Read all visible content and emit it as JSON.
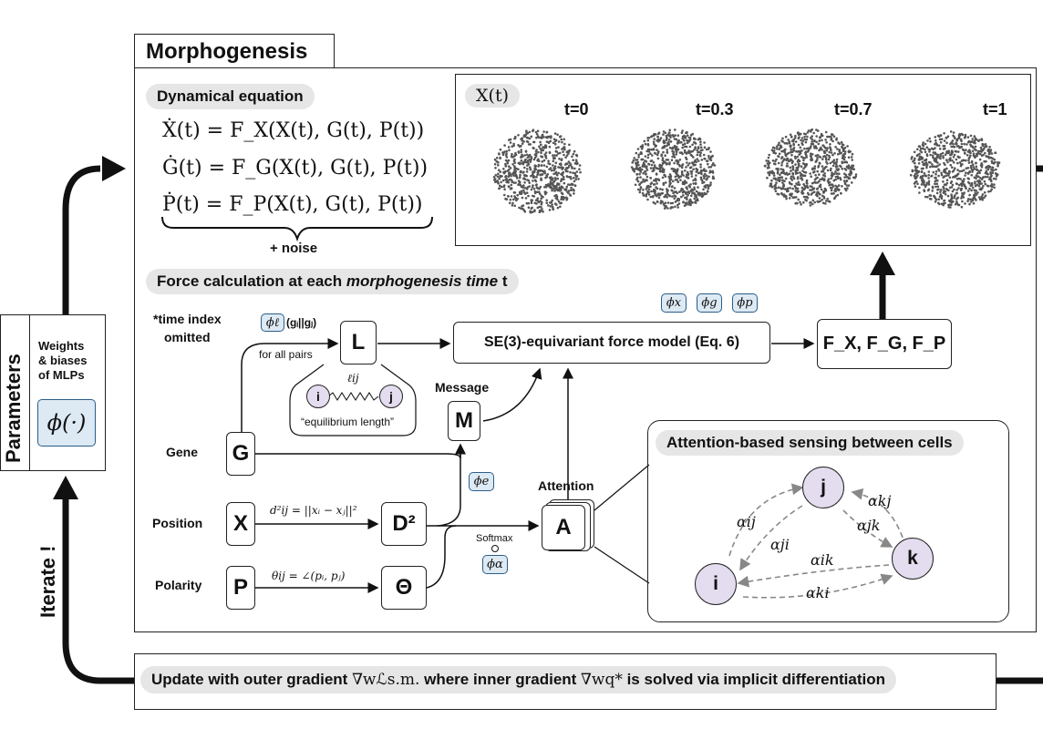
{
  "title": "Morphogenesis",
  "dynamical": {
    "label": "Dynamical equation",
    "eq1": "Ẋ(t) = F_X(X(t), G(t), P(t))",
    "eq2": "Ġ(t) = F_G(X(t), G(t), P(t))",
    "eq3": "Ṗ(t) = F_P(X(t), G(t), P(t))",
    "noise": "+ noise"
  },
  "snapshots": {
    "label": "X(t)",
    "times": [
      "t=0",
      "t=0.3",
      "t=0.7",
      "t=1"
    ]
  },
  "force": {
    "label_prefix": "Force calculation at each ",
    "label_italic": "morphogenesis time",
    "label_suffix": " t",
    "time_note_1": "*time index",
    "time_note_2": "omitted",
    "phi_l": "ϕℓ",
    "phi_l_args": "(gᵢ||gⱼ)",
    "for_all_pairs": "for all pairs",
    "node_L": "L",
    "ell_ij": "ℓij",
    "eq_length": "“equilibrium length”",
    "node_i": "i",
    "node_j": "j",
    "model": "SE(3)-equivariant force model (Eq. 6)",
    "phi_x": "ϕx",
    "phi_g": "ϕg",
    "phi_p": "ϕp",
    "output": "F_X, F_G, F_P",
    "message_label": "Message",
    "node_M": "M",
    "phi_e": "ϕe",
    "attention_label": "Attention",
    "node_A": "A",
    "softmax": "Softmax",
    "phi_alpha": "ϕα",
    "gene_label": "Gene",
    "node_G": "G",
    "position_label": "Position",
    "node_X": "X",
    "polarity_label": "Polarity",
    "node_P": "P",
    "d_eq": "d²ij = ||xᵢ − xⱼ||²",
    "node_D2": "D²",
    "theta_eq": "θij = ∠(pᵢ, pⱼ)",
    "node_theta": "Θ"
  },
  "attention_panel": {
    "label": "Attention-based sensing between cells",
    "node_i": "i",
    "node_j": "j",
    "node_k": "k",
    "a_ij": "αij",
    "a_ji": "αji",
    "a_ik": "αik",
    "a_ki": "αki",
    "a_kj": "αkj",
    "a_jk": "αjk"
  },
  "parameters": {
    "vertical": "Parameters",
    "weights_1": "Weights",
    "weights_2": "& biases",
    "weights_3": "of MLPs",
    "phi": "ϕ(·)"
  },
  "iterate": "Iterate !",
  "update": {
    "p1": "Update with outer gradient ",
    "g1": "∇wℒs.m.",
    "p2": " where inner gradient ",
    "g2": "∇wq*",
    "p3": " is solved via implicit differentiation"
  }
}
